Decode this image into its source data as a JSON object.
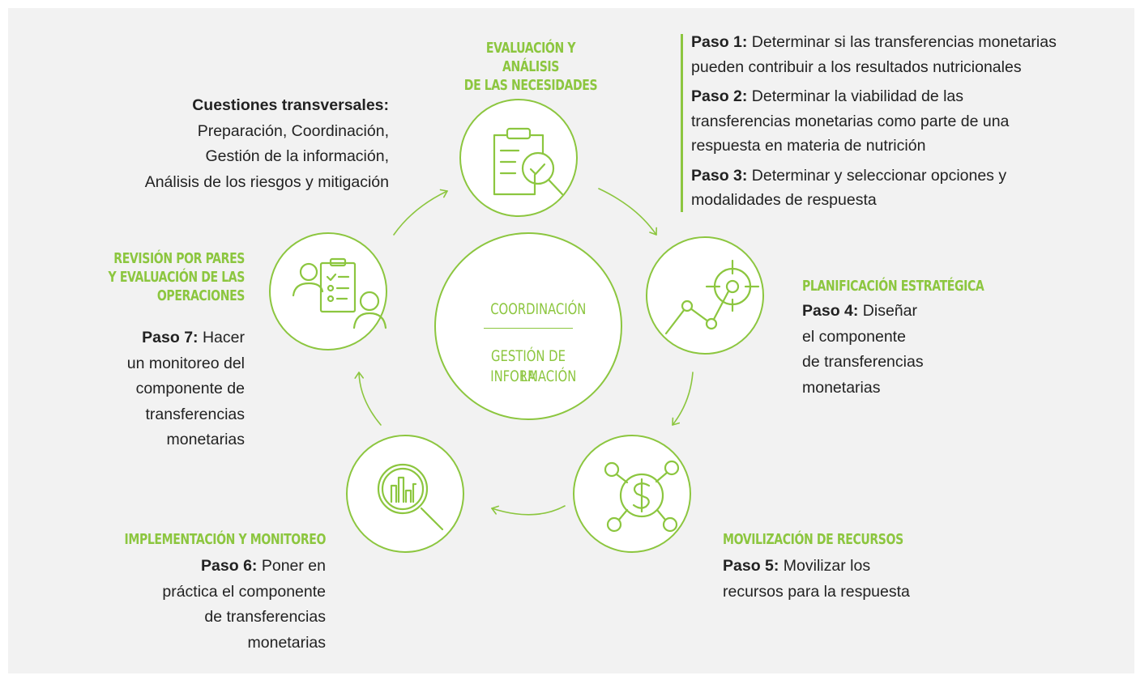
{
  "colors": {
    "accent": "#8cc63f",
    "panel": "#f2f2f2",
    "text": "#222222"
  },
  "center": {
    "line1": "COORDINACIÓN",
    "line2": "GESTIÓN DE LA",
    "line3": "INFORMACIÓN"
  },
  "cross_cutting": {
    "title": "Cuestiones transversales:",
    "lines": [
      "Preparación, Coordinación,",
      "Gestión de la información,",
      "Análisis de los riesgos y mitigación"
    ]
  },
  "stages": {
    "assessment": {
      "icon": "clipboard-magnifier-icon",
      "heading_lines": [
        "EVALUACIÓN Y ANÁLISIS",
        "DE LAS NECESIDADES"
      ],
      "steps": [
        {
          "label": "Paso 1:",
          "lines": [
            "Determinar si las transferencias monetarias",
            "pueden contribuir a los resultados nutricionales"
          ]
        },
        {
          "label": "Paso 2:",
          "lines": [
            "Determinar la viabilidad de las",
            "transferencias monetarias como parte de una",
            "respuesta en materia de nutrición"
          ]
        },
        {
          "label": "Paso 3:",
          "lines": [
            "Determinar y seleccionar opciones y",
            "modalidades de respuesta"
          ]
        }
      ]
    },
    "planning": {
      "icon": "target-growth-icon",
      "heading": "PLANIFICACIÓN ESTRATÉGICA",
      "step": {
        "label": "Paso 4:",
        "lines": [
          "Diseñar",
          "el componente",
          "de transferencias",
          "monetarias"
        ]
      }
    },
    "resources": {
      "icon": "dollar-network-icon",
      "heading": "MOVILIZACIÓN DE RECURSOS",
      "step": {
        "label": "Paso 5:",
        "lines": [
          "Movilizar los",
          "recursos para la respuesta"
        ]
      }
    },
    "implementation": {
      "icon": "chart-magnifier-icon",
      "heading": "IMPLEMENTACIÓN Y MONITOREO",
      "step": {
        "label": "Paso 6:",
        "lines": [
          "Poner en",
          "práctica el componente",
          "de transferencias",
          "monetarias"
        ]
      }
    },
    "review": {
      "icon": "people-checklist-icon",
      "heading_lines": [
        "REVISIÓN POR PARES",
        "Y EVALUACIÓN DE LAS",
        "OPERACIONES"
      ],
      "step": {
        "label": "Paso 7:",
        "lines": [
          "Hacer",
          "un monitoreo del",
          "componente de",
          "transferencias",
          "monetarias"
        ]
      }
    }
  }
}
